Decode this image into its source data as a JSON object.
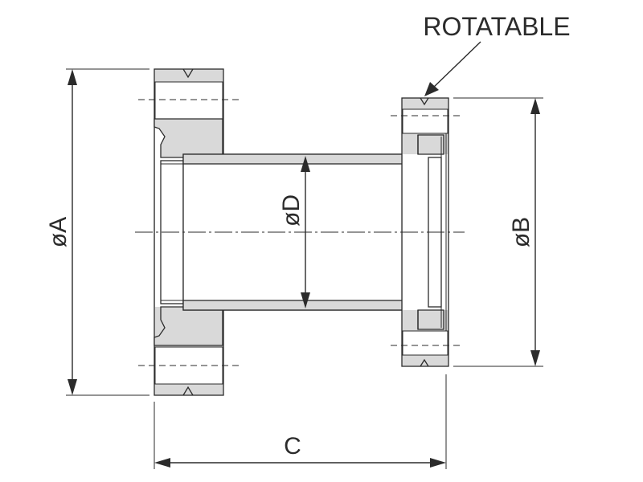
{
  "labels": {
    "rotatable": "ROTATABLE",
    "dia_a": "øA",
    "dia_b": "øB",
    "dia_d": "øD",
    "length_c": "C"
  },
  "colors": {
    "line": "#2b2b2b",
    "part_fill": "#d9d9d9",
    "background": "#ffffff"
  }
}
